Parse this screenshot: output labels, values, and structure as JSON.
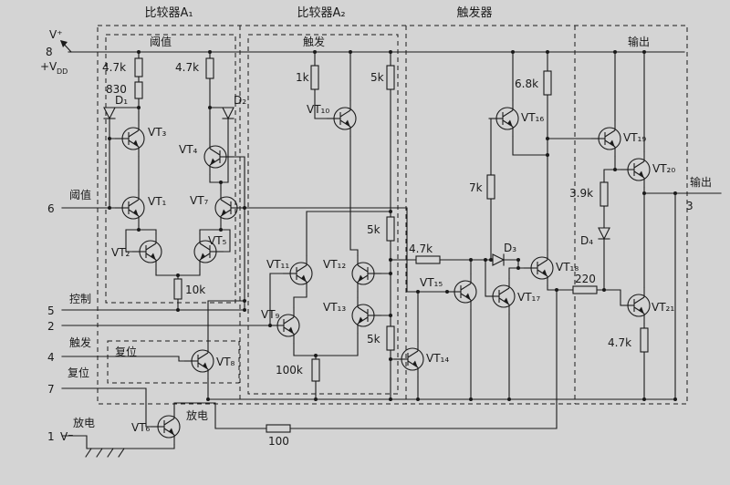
{
  "colors": {
    "background": "#d4d4d4",
    "ink": "#1a1a1a"
  },
  "headers": {
    "comp_a1": "比较器A₁",
    "comp_a2": "比较器A₂",
    "flipflop": "触发器"
  },
  "region_labels": {
    "threshold_top": "阈值",
    "trigger_top": "触发",
    "output_top": "输出",
    "reset_box": "复位",
    "discharge_node": "放电"
  },
  "pins": {
    "vplus": "V⁺",
    "n8": "8",
    "vdd_main": "+V",
    "vdd_sub": "DD",
    "threshold": "阈值",
    "n6": "6",
    "control": "控制",
    "n5": "5",
    "n2": "2",
    "trigger": "触发",
    "n4": "4",
    "reset": "复位",
    "n7": "7",
    "discharge": "放电",
    "n1": "1",
    "vminus": "V⁻",
    "output": "输出",
    "n3": "3"
  },
  "transistors": {
    "vt1": "VT₁",
    "vt2": "VT₂",
    "vt3": "VT₃",
    "vt4": "VT₄",
    "vt5": "VT₅",
    "vt6": "VT₆",
    "vt7": "VT₇",
    "vt8": "VT₈",
    "vt9": "VT₉",
    "vt10": "VT₁₀",
    "vt11": "VT₁₁",
    "vt12": "VT₁₂",
    "vt13": "VT₁₃",
    "vt14": "VT₁₄",
    "vt15": "VT₁₅",
    "vt16": "VT₁₆",
    "vt17": "VT₁₇",
    "vt18": "VT₁₈",
    "vt19": "VT₁₉",
    "vt20": "VT₂₀",
    "vt21": "VT₂₁"
  },
  "resistors": {
    "r1": "4.7k",
    "r1b": "830",
    "r2": "4.7k",
    "r3": "10k",
    "r4": "1k",
    "r5": "5k",
    "r6": "5k",
    "r7": "5k",
    "r8": "100k",
    "r9": "100",
    "r10": "4.7k",
    "r11": "7k",
    "r12": "6.8k",
    "r13": "3.9k",
    "r14": "220",
    "r15": "4.7k"
  },
  "diodes": {
    "d1": "D₁",
    "d2": "D₂",
    "d3": "D₃",
    "d4": "D₄"
  }
}
